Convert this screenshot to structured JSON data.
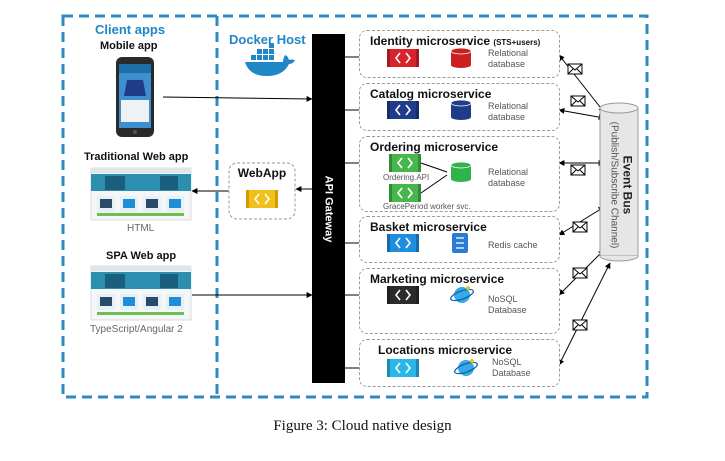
{
  "client_apps": {
    "title": "Client apps",
    "mobile": {
      "label": "Mobile app"
    },
    "traditional_web": {
      "label": "Traditional Web app",
      "tech": "HTML"
    },
    "spa_web": {
      "label": "SPA Web app",
      "tech": "TypeScript/Angular 2"
    }
  },
  "docker_host": {
    "title": "Docker Host"
  },
  "webapp": {
    "label": "WebApp"
  },
  "api_gateway": {
    "label": "API Gateway"
  },
  "event_bus": {
    "title": "Event Bus",
    "subtitle": "(Publish/Subscribe Channel)"
  },
  "microservices": [
    {
      "name": "Identity microservice",
      "note": "(STS+users)",
      "store": [
        "Relational",
        "database"
      ],
      "icon_color": "#d8232a",
      "db_color": "#cc1f1f"
    },
    {
      "name": "Catalog microservice",
      "note": "",
      "store": [
        "Relational",
        "database"
      ],
      "icon_color": "#1e3c8a",
      "db_color": "#1e3c8a"
    },
    {
      "name": "Ordering microservice",
      "note": "",
      "store": [
        "Relational",
        "database"
      ],
      "sub_labels": [
        "Ordering.API",
        "GracePeriod worker svc."
      ],
      "icon_color": "#46b84b",
      "db_color": "#2fb44c"
    },
    {
      "name": "Basket microservice",
      "note": "",
      "store": [
        "Redis cache"
      ],
      "icon_color": "#1e8fe0",
      "db_color": "#2a7bd6"
    },
    {
      "name": "Marketing microservice",
      "note": "",
      "store": [
        "NoSQL",
        "Database"
      ],
      "icon_color": "#2b2b2b",
      "db_color": "#38a8e6"
    },
    {
      "name": "Locations microservice",
      "note": "",
      "store": [
        "NoSQL",
        "Database"
      ],
      "icon_color": "#29b6e8",
      "db_color": "#38a8e6"
    }
  ],
  "caption": "Figure 3: Cloud native design",
  "colors": {
    "dashed_border": "#2e8bc0",
    "accent_blue": "#1f87c6"
  }
}
